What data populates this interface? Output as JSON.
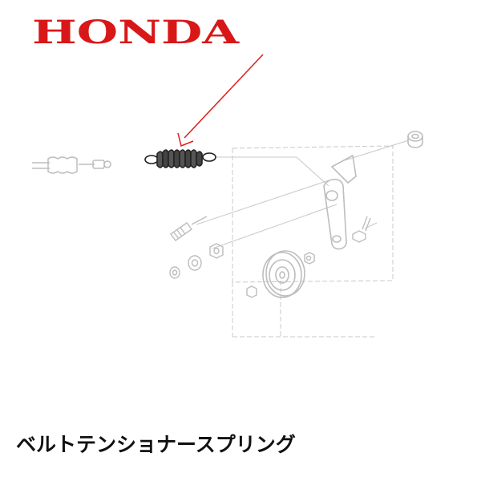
{
  "brand": {
    "name": "HONDA",
    "color": "#d81818"
  },
  "diagram": {
    "highlighted_part_color": "#222222",
    "faded_part_color": "#bdbdbd",
    "arrow_color": "#e01b1b",
    "icon": "spring-parts-diagram"
  },
  "caption": {
    "text": "ベルトテンショナースプリング"
  }
}
